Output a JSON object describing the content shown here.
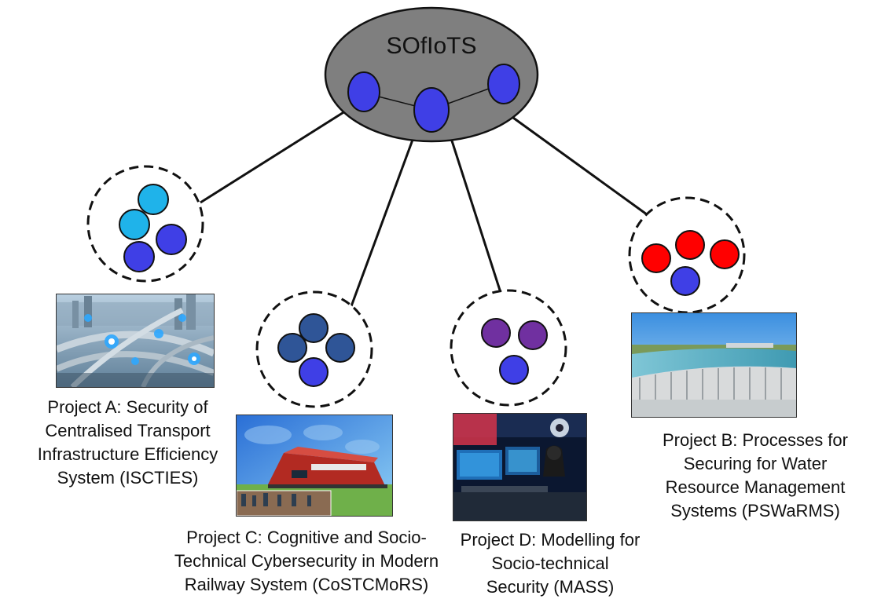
{
  "hub": {
    "label": "SOfIoTS"
  },
  "projects": {
    "a": {
      "lines": [
        "Project A: Security of",
        "Centralised Transport",
        "Infrastructure Efficiency",
        "System (ISCTIES)"
      ]
    },
    "c": {
      "lines": [
        "Project C: Cognitive and Socio-",
        "Technical Cybersecurity in Modern",
        "Railway System (CoSTCMoRS)"
      ]
    },
    "d": {
      "lines": [
        "Project D: Modelling for",
        "Socio-technical",
        "Security (MASS)"
      ]
    },
    "b": {
      "lines": [
        "Project B: Processes for",
        "Securing for Water",
        "Resource Management",
        "Systems (PSWaRMS)"
      ]
    }
  },
  "colors": {
    "hub_fill": "#7f7f7f",
    "node_blue": "#3f3fe6",
    "node_cyan": "#1fb3ea",
    "node_navy": "#2f5597",
    "node_purple": "#7030a0",
    "node_red": "#ff0000"
  }
}
